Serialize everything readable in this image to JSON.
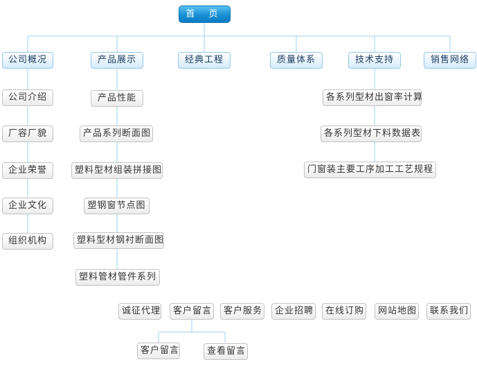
{
  "home": {
    "label": "首 页"
  },
  "main_nav": [
    {
      "label": "公司概况"
    },
    {
      "label": "产品展示"
    },
    {
      "label": "经典工程"
    },
    {
      "label": "质量体系"
    },
    {
      "label": "技术支持"
    },
    {
      "label": "销售网络"
    }
  ],
  "company_items": [
    {
      "label": "公司介绍"
    },
    {
      "label": "厂容厂貌"
    },
    {
      "label": "企业荣誉"
    },
    {
      "label": "企业文化"
    },
    {
      "label": "组织机构"
    }
  ],
  "product_items": [
    {
      "label": "产品性能"
    },
    {
      "label": "产品系列断面图"
    },
    {
      "label": "塑料型材组装拼接图"
    },
    {
      "label": "塑钢窗节点图"
    },
    {
      "label": "塑料型材钢衬断面图"
    },
    {
      "label": "塑料管材管件系列"
    }
  ],
  "tech_items": [
    {
      "label": "各系列型材出窗率计算"
    },
    {
      "label": "各系列型材下料数据表"
    },
    {
      "label": "门窗装主要工序加工工艺规程"
    }
  ],
  "bottom_nav": [
    {
      "label": "诚征代理"
    },
    {
      "label": "客户留言"
    },
    {
      "label": "客户服务"
    },
    {
      "label": "企业招聘"
    },
    {
      "label": "在线订购"
    },
    {
      "label": "网站地图"
    },
    {
      "label": "联系我们"
    }
  ],
  "message_items": [
    {
      "label": "客户留言"
    },
    {
      "label": "查看留言"
    }
  ],
  "colors": {
    "connector": "#9fd0ec",
    "home_button": "#1a8fd3",
    "primary_border": "#94c6e6",
    "secondary_border": "#c2c2c2"
  }
}
